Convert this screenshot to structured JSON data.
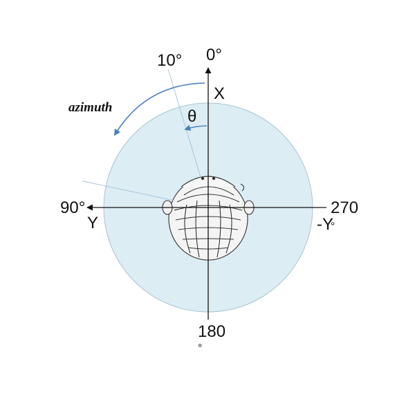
{
  "labels": {
    "zero": "0°",
    "ten": "10°",
    "ninety": "90°",
    "two_seventy": "270",
    "degree_right": "°",
    "one_eighty": "180",
    "degree_bottom": "°",
    "x_axis": "X",
    "y_axis": "Y",
    "neg_y_axis": "-Y",
    "theta": "θ",
    "azimuth": "azimuth"
  },
  "colors": {
    "circle_fill": "#dcedf4",
    "arrow_blue": "#4a7fc1",
    "axis": "#111111"
  },
  "icons": {
    "center": "head-top-view-icon"
  }
}
